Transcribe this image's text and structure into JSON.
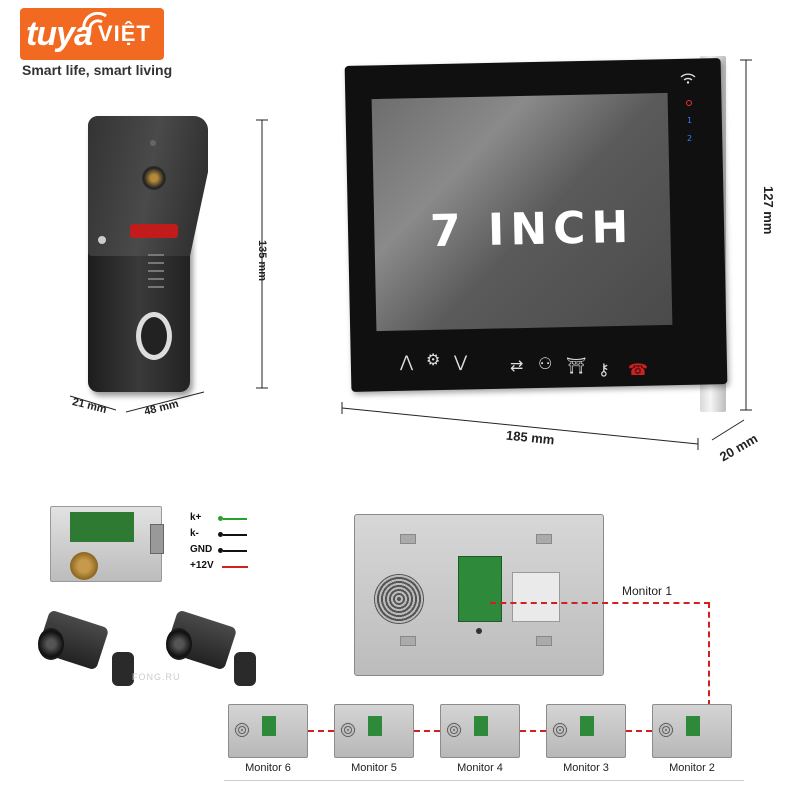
{
  "brand": {
    "logo_main": "tuya",
    "logo_sub": "VIỆT",
    "tagline": "Smart life, smart living",
    "accent_color": "#f26a21"
  },
  "monitor": {
    "screen_text": "7 INCH",
    "width_label": "185 mm",
    "height_label": "127 mm",
    "depth_label": "20 mm",
    "buttons": [
      "up-arrow-icon",
      "settings-icon",
      "down-arrow-icon",
      "transfer-icon",
      "users-icon",
      "gate-icon",
      "key-icon",
      "phone-icon"
    ],
    "led_labels": [
      "1",
      "2"
    ],
    "wifi_icon": "wifi-icon"
  },
  "doorbell": {
    "height_label": "135 mm",
    "depth_label": "21 mm",
    "width_label": "48 mm"
  },
  "lock_wiring": {
    "labels": [
      "k+",
      "k-",
      "GND",
      "+12V"
    ],
    "colors": [
      "#2ca02c",
      "#111111",
      "#111111",
      "#d21f1f"
    ]
  },
  "watermark": "FONG.RU",
  "topology": {
    "main_label": "Monitor 1",
    "chain": [
      "Monitor 6",
      "Monitor 5",
      "Monitor 4",
      "Monitor 3",
      "Monitor 2"
    ],
    "line_color": "#d21f1f"
  }
}
